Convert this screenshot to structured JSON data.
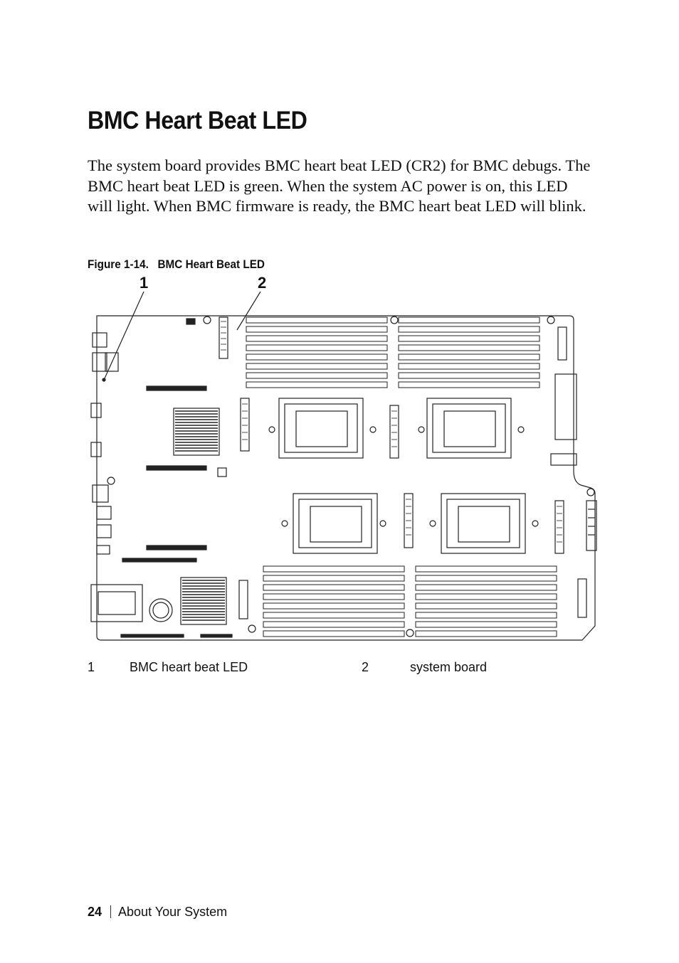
{
  "section": {
    "title": "BMC Heart Beat LED",
    "paragraph": "The system board provides BMC heart beat LED (CR2) for BMC debugs. The BMC heart beat LED is green. When the system AC power is on, this LED will light. When BMC firmware is ready, the BMC heart beat LED will blink."
  },
  "figure": {
    "number": "Figure 1-14.",
    "title": "BMC Heart Beat LED",
    "callouts": [
      "1",
      "2"
    ],
    "legend": [
      {
        "num": "1",
        "label": "BMC heart beat LED"
      },
      {
        "num": "2",
        "label": "system board"
      }
    ]
  },
  "footer": {
    "page_number": "24",
    "section": "About Your System"
  }
}
